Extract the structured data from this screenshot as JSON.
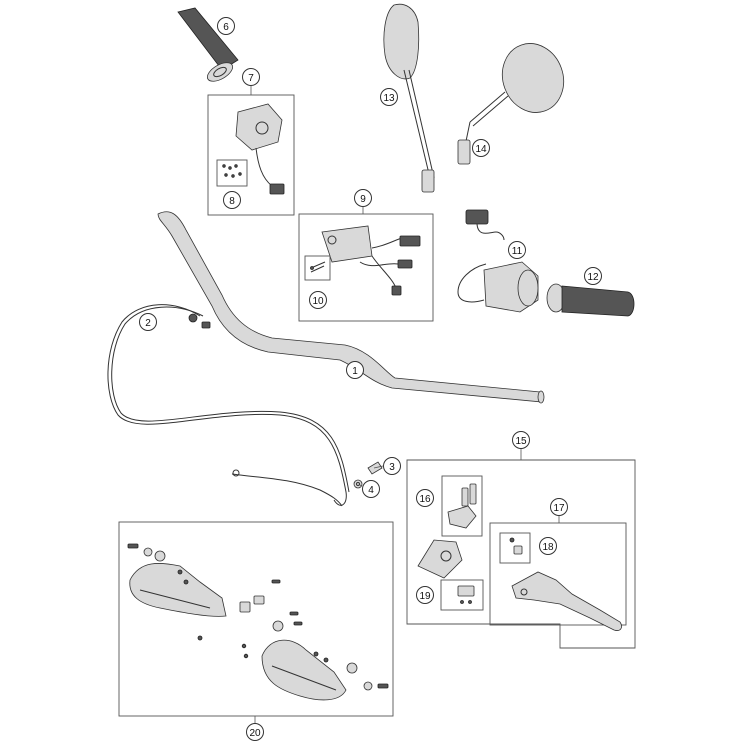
{
  "callouts": [
    "1",
    "2",
    "3",
    "4",
    "6",
    "7",
    "8",
    "9",
    "10",
    "11",
    "12",
    "13",
    "14",
    "15",
    "16",
    "17",
    "18",
    "19",
    "20"
  ]
}
